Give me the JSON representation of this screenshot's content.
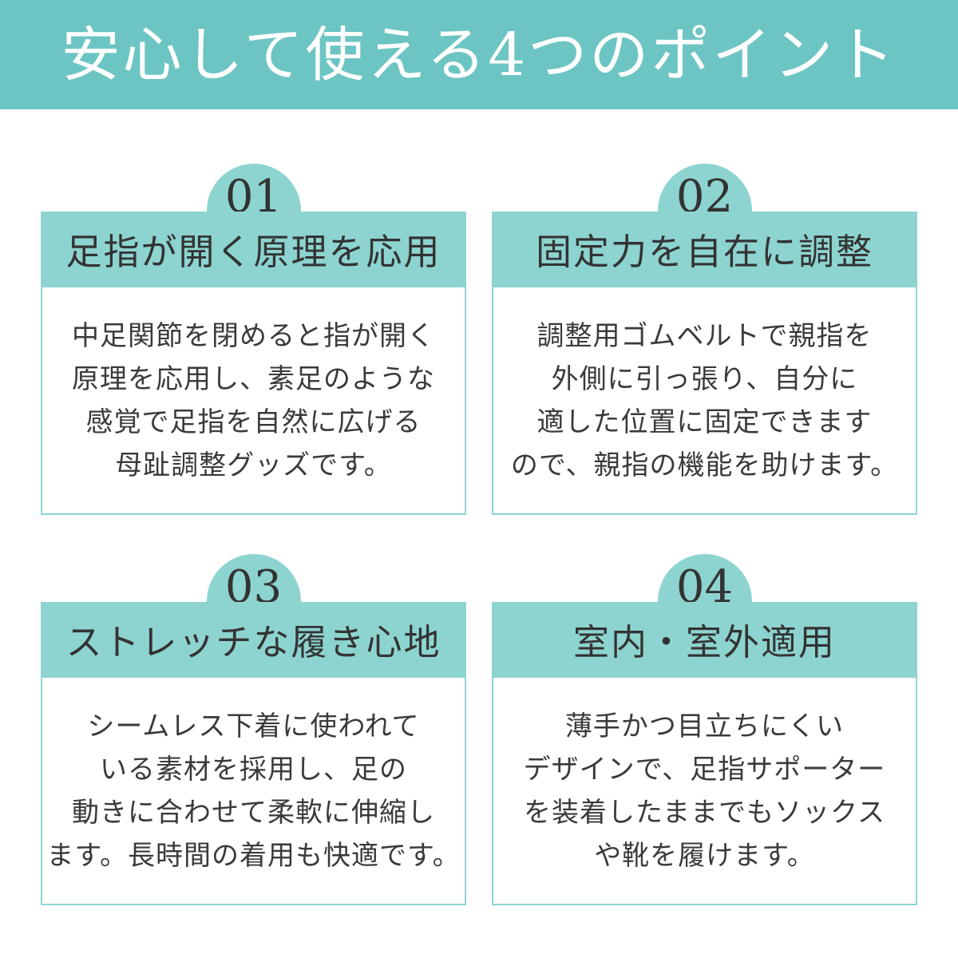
{
  "colors": {
    "title_bar": "#6cc5c3",
    "header": "#8dd4d0",
    "badge": "#8dd4d0",
    "border": "#8dd4d0",
    "text": "#333333"
  },
  "title": "安心して使える4つのポイント",
  "points": [
    {
      "number": "01",
      "heading": "足指が開く原理を応用",
      "lines": [
        "中足関節を閉めると指が開く",
        "原理を応用し、素足のような",
        "感覚で足指を自然に広げる",
        "母趾調整グッズです。"
      ]
    },
    {
      "number": "02",
      "heading": "固定力を自在に調整",
      "lines": [
        "調整用ゴムベルトで親指を",
        "外側に引っ張り、自分に",
        "適した位置に固定できます",
        "ので、親指の機能を助けます。"
      ]
    },
    {
      "number": "03",
      "heading": "ストレッチな履き心地",
      "lines": [
        "シームレス下着に使われて",
        "いる素材を採用し、足の",
        "動きに合わせて柔軟に伸縮し",
        "ます。長時間の着用も快適です。"
      ]
    },
    {
      "number": "04",
      "heading": "室内・室外適用",
      "lines": [
        "薄手かつ目立ちにくい",
        "デザインで、足指サポーター",
        "を装着したままでもソックス",
        "や靴を履けます。"
      ]
    }
  ]
}
